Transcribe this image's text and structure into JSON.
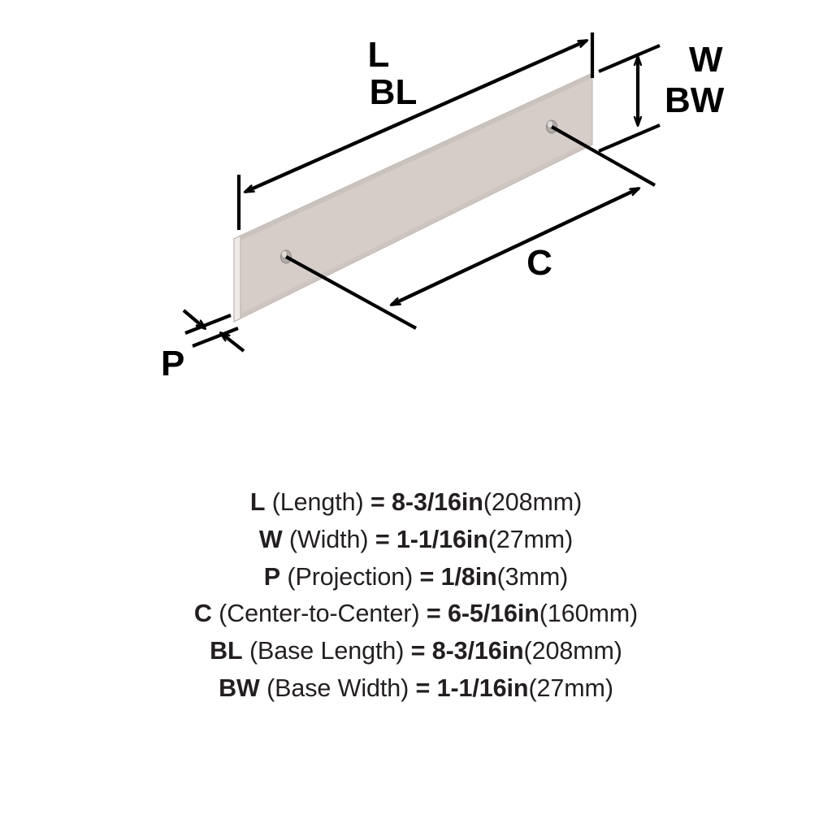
{
  "diagram": {
    "title": "Cabinet pull isometric dimension drawing",
    "labels": {
      "length_primary": "L",
      "length_secondary": "BL",
      "width_primary": "W",
      "width_secondary": "BW",
      "projection": "P",
      "center_to_center": "C"
    },
    "colors": {
      "plate_face": "#d6cdc9",
      "plate_edge": "#efece8",
      "plate_top_highlight": "#c9c0bb",
      "outline": "#b5aca7",
      "screw": "#a9a5a2",
      "dimension_line": "#000000",
      "background": "#ffffff",
      "text": "#231f20"
    }
  },
  "specs": [
    {
      "abbr": "L",
      "name": "(Length)",
      "eq": "=",
      "imperial": "8-3/16in",
      "metric": "(208mm)"
    },
    {
      "abbr": "W",
      "name": "(Width)",
      "eq": "=",
      "imperial": "1-1/16in",
      "metric": "(27mm)"
    },
    {
      "abbr": "P",
      "name": "(Projection)",
      "eq": "=",
      "imperial": "1/8in",
      "metric": "(3mm)"
    },
    {
      "abbr": "C",
      "name": "(Center-to-Center)",
      "eq": "=",
      "imperial": "6-5/16in",
      "metric": "(160mm)"
    },
    {
      "abbr": "BL",
      "name": "(Base Length)",
      "eq": "=",
      "imperial": "8-3/16in",
      "metric": "(208mm)"
    },
    {
      "abbr": "BW",
      "name": "(Base Width)",
      "eq": "=",
      "imperial": "1-1/16in",
      "metric": "(27mm)"
    }
  ]
}
